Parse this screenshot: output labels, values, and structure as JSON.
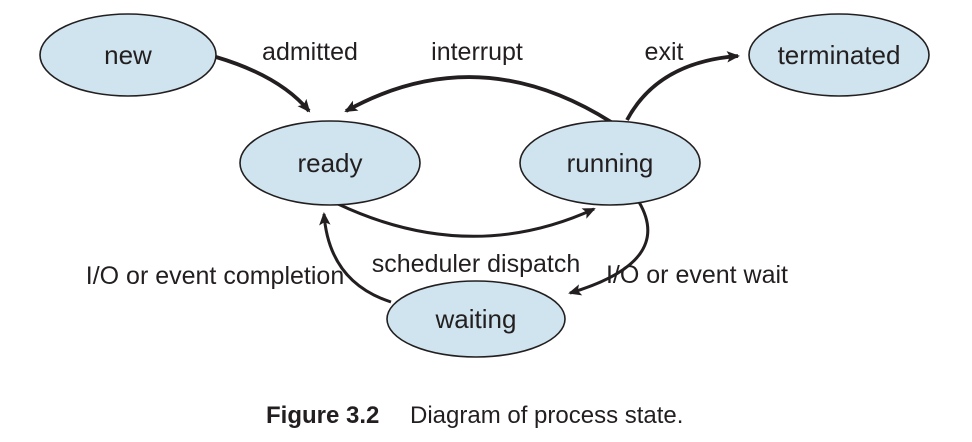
{
  "figure": {
    "caption_label": "Figure 3.2",
    "caption_text": "Diagram of process state."
  },
  "nodes": {
    "new": {
      "label": "new"
    },
    "ready": {
      "label": "ready"
    },
    "running": {
      "label": "running"
    },
    "waiting": {
      "label": "waiting"
    },
    "terminated": {
      "label": "terminated"
    }
  },
  "edges": {
    "admitted": {
      "label": "admitted",
      "from": "new",
      "to": "ready"
    },
    "interrupt": {
      "label": "interrupt",
      "from": "running",
      "to": "ready"
    },
    "exit": {
      "label": "exit",
      "from": "running",
      "to": "terminated"
    },
    "scheduler_dispatch": {
      "label": "scheduler dispatch",
      "from": "ready",
      "to": "running"
    },
    "io_event_wait": {
      "label": "I/O or event wait",
      "from": "running",
      "to": "waiting"
    },
    "io_event_completion": {
      "label": "I/O or event completion",
      "from": "waiting",
      "to": "ready"
    }
  },
  "colors": {
    "node_fill": "#cfe4ee",
    "node_stroke": "#231f20",
    "line_color": "#231f20",
    "text_color": "#231f20",
    "background": "#ffffff"
  }
}
